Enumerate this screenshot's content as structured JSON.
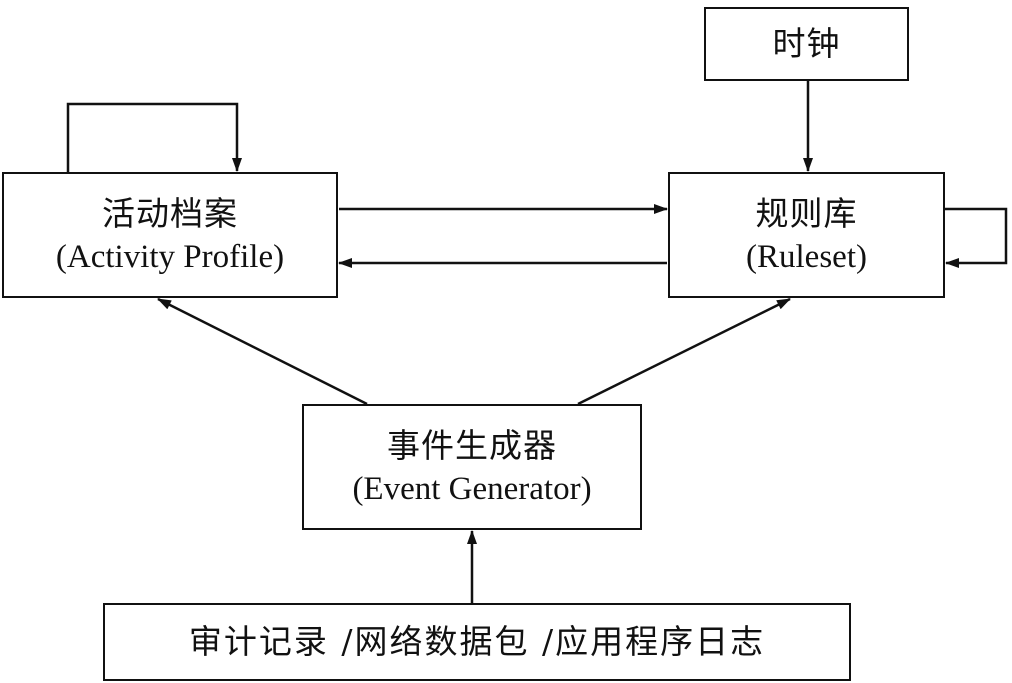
{
  "nodes": {
    "clock": {
      "zh": "时钟"
    },
    "activity_profile": {
      "zh": "活动档案",
      "en": "(Activity Profile)"
    },
    "ruleset": {
      "zh": "规则库",
      "en": "(Ruleset)"
    },
    "event_generator": {
      "zh": "事件生成器",
      "en": "(Event Generator)"
    },
    "input_sources": {
      "zh": "审计记录 /网络数据包 /应用程序日志"
    }
  },
  "edges": [
    {
      "from": "clock",
      "to": "ruleset"
    },
    {
      "from": "activity_profile",
      "to": "activity_profile"
    },
    {
      "from": "activity_profile",
      "to": "ruleset"
    },
    {
      "from": "ruleset",
      "to": "activity_profile"
    },
    {
      "from": "ruleset",
      "to": "ruleset"
    },
    {
      "from": "event_generator",
      "to": "activity_profile"
    },
    {
      "from": "event_generator",
      "to": "ruleset"
    },
    {
      "from": "input_sources",
      "to": "event_generator"
    }
  ],
  "colors": {
    "line": "#111111",
    "background": "#ffffff"
  }
}
